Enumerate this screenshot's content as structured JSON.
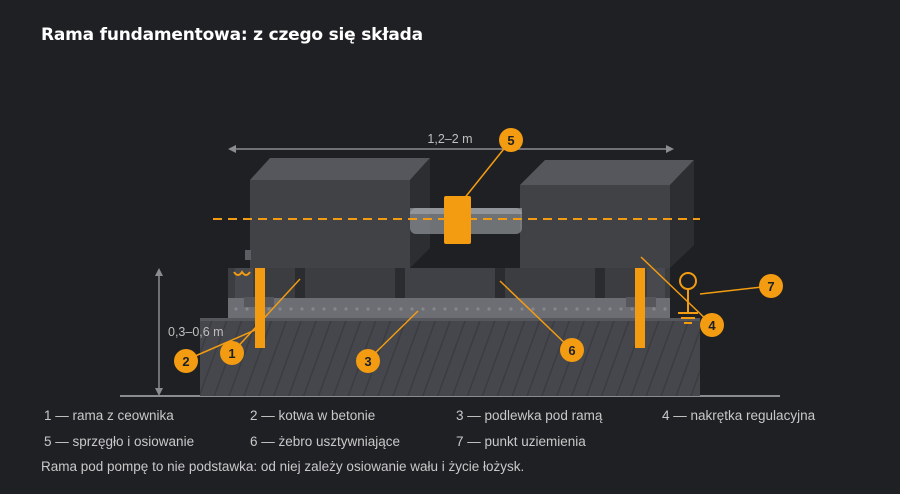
{
  "title": "Rama fundamentowa: z czego się składa",
  "dimensions": {
    "width_label": "1,2–2 m",
    "height_label": "0,3–0,6 m"
  },
  "callouts": [
    "1",
    "2",
    "3",
    "4",
    "5",
    "6",
    "7"
  ],
  "legend": [
    {
      "text": "1 — rama z ceownika"
    },
    {
      "text": "2 — kotwa w betonie"
    },
    {
      "text": "3 — podlewka pod ramą"
    },
    {
      "text": "4 — nakrętka regulacyjna"
    },
    {
      "text": "5 — sprzęgło i osiowanie"
    },
    {
      "text": "6 — żebro usztywniające"
    },
    {
      "text": "7 — punkt uziemienia"
    }
  ],
  "caption": "Rama pod pompę to nie podstawka: od niej zależy osiowanie wału i życie łożysk.",
  "colors": {
    "accent": "#f39c12",
    "background": "#1e2023",
    "concrete": "#4a4c51"
  }
}
